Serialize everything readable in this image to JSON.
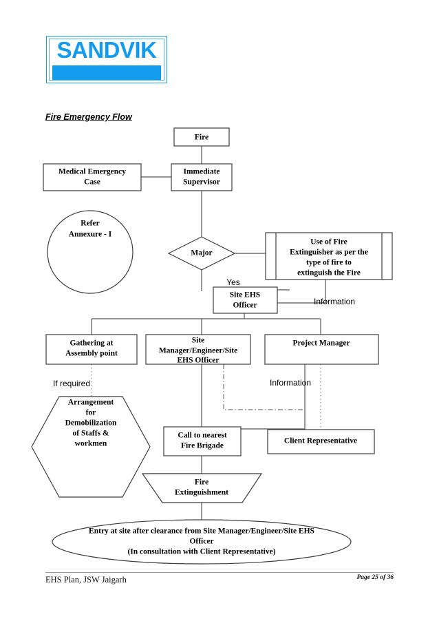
{
  "document": {
    "brand": "SANDVIK",
    "brand_color": "#139ced",
    "flow_title": "Fire Emergency Flow",
    "footer_left": "EHS Plan, JSW Jaigarh",
    "footer_right": "Page 25 of 36"
  },
  "flowchart": {
    "type": "flowchart",
    "title": "Fire Emergency Flow",
    "nodes": {
      "fire": {
        "label": "Fire",
        "shape": "rectangle"
      },
      "medical": {
        "label_1": "Medical Emergency",
        "label_2": "Case",
        "shape": "rectangle"
      },
      "supervisor": {
        "label_1": "Immediate",
        "label_2": "Supervisor",
        "shape": "rectangle"
      },
      "annexure": {
        "label_1": "Refer",
        "label_2": "Annexure - I",
        "shape": "circle"
      },
      "major": {
        "label": "Major",
        "shape": "diamond"
      },
      "extinguisher": {
        "label_1": "Use of Fire",
        "label_2": "Extinguisher as per the",
        "label_3": "type of fire to",
        "label_4": "extinguish the Fire",
        "shape": "predefined-process"
      },
      "site_ehs": {
        "label_1": "Site EHS",
        "label_2": "Officer",
        "shape": "rectangle"
      },
      "gathering": {
        "label_1": "Gathering at",
        "label_2": "Assembly point",
        "shape": "rectangle"
      },
      "site_manager": {
        "label_1": "Site",
        "label_2": "Manager/Engineer/Site",
        "label_3": "EHS Officer",
        "shape": "rectangle"
      },
      "project_manager": {
        "label": "Project Manager",
        "shape": "rectangle"
      },
      "demobilization": {
        "label_1": "Arrangement",
        "label_2": "for",
        "label_3": "Demobilization",
        "label_4": "of Staffs &",
        "label_5": "workmen",
        "shape": "hexagon"
      },
      "fire_brigade": {
        "label_1": "Call to nearest",
        "label_2": "Fire Brigade",
        "shape": "rectangle"
      },
      "client_rep": {
        "label": "Client Representative",
        "shape": "rectangle"
      },
      "extinguishment": {
        "label_1": "Fire",
        "label_2": "Extinguishment",
        "shape": "inverted-trapezoid"
      },
      "entry": {
        "label_1": "Entry at site after clearance from Site Manager/Engineer/Site EHS",
        "label_2": "Officer",
        "label_3": "(In consultation with Client Representative)",
        "shape": "ellipse"
      }
    },
    "edge_labels": {
      "yes": "Yes",
      "information_right": "Information",
      "information_mid": "Information",
      "if_required": "If required"
    }
  }
}
